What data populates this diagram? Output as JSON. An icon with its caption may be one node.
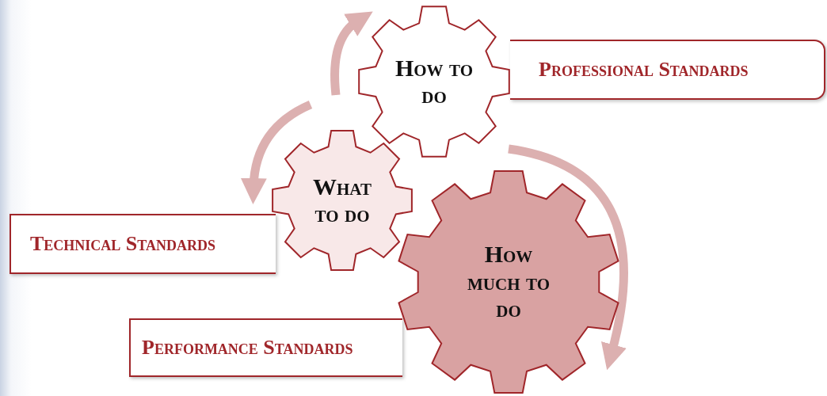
{
  "diagram": {
    "nodes": [
      {
        "text": [
          "How to do"
        ]
      },
      {
        "text": [
          "Professional Standards"
        ]
      },
      {
        "text": [
          "What to do"
        ]
      },
      {
        "text": [
          "Technical Standards"
        ]
      },
      {
        "text": [
          "How much to do"
        ]
      },
      {
        "text": [
          "Performance Standards"
        ]
      }
    ]
  }
}
